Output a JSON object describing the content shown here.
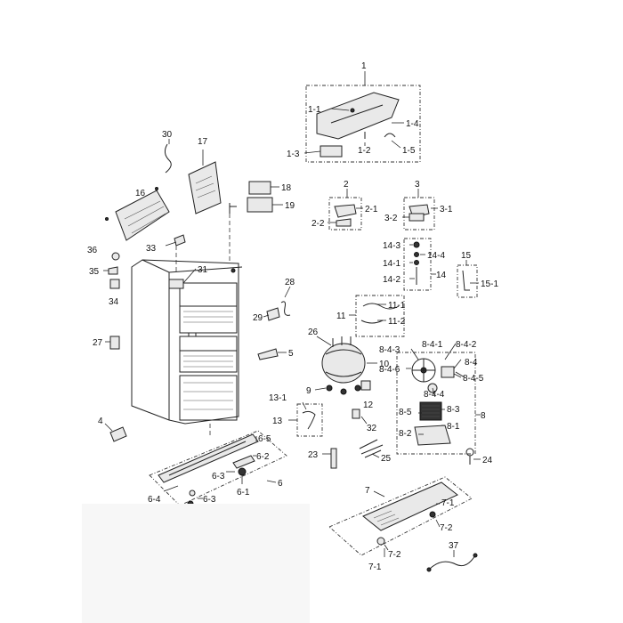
{
  "labels": [
    {
      "id": "1",
      "text": "1"
    },
    {
      "id": "1-1",
      "text": "1-1"
    },
    {
      "id": "1-2",
      "text": "1-2"
    },
    {
      "id": "1-3",
      "text": "1-3"
    },
    {
      "id": "1-4",
      "text": "1-4"
    },
    {
      "id": "1-5",
      "text": "1-5"
    },
    {
      "id": "2",
      "text": "2"
    },
    {
      "id": "2-1",
      "text": "2-1"
    },
    {
      "id": "2-2",
      "text": "2-2"
    },
    {
      "id": "3",
      "text": "3"
    },
    {
      "id": "3-1",
      "text": "3-1"
    },
    {
      "id": "3-2",
      "text": "3-2"
    },
    {
      "id": "4",
      "text": "4"
    },
    {
      "id": "5",
      "text": "5"
    },
    {
      "id": "6",
      "text": "6"
    },
    {
      "id": "6-1",
      "text": "6-1"
    },
    {
      "id": "6-2",
      "text": "6-2"
    },
    {
      "id": "6-3a",
      "text": "6-3"
    },
    {
      "id": "6-3b",
      "text": "6-3"
    },
    {
      "id": "6-4",
      "text": "6-4"
    },
    {
      "id": "6-5",
      "text": "6-5"
    },
    {
      "id": "7",
      "text": "7"
    },
    {
      "id": "7-1a",
      "text": "7-1"
    },
    {
      "id": "7-1b",
      "text": "7-1"
    },
    {
      "id": "7-2a",
      "text": "7-2"
    },
    {
      "id": "7-2b",
      "text": "7-2"
    },
    {
      "id": "8",
      "text": "8"
    },
    {
      "id": "8-1",
      "text": "8-1"
    },
    {
      "id": "8-2",
      "text": "8-2"
    },
    {
      "id": "8-3",
      "text": "8-3"
    },
    {
      "id": "8-4",
      "text": "8-4"
    },
    {
      "id": "8-4-1",
      "text": "8-4-1"
    },
    {
      "id": "8-4-2",
      "text": "8-4-2"
    },
    {
      "id": "8-4-3",
      "text": "8-4-3"
    },
    {
      "id": "8-4-4",
      "text": "8-4-4"
    },
    {
      "id": "8-4-5",
      "text": "8-4-5"
    },
    {
      "id": "8-4-6",
      "text": "8-4-6"
    },
    {
      "id": "8-5",
      "text": "8-5"
    },
    {
      "id": "9",
      "text": "9"
    },
    {
      "id": "10",
      "text": "10"
    },
    {
      "id": "11",
      "text": "11"
    },
    {
      "id": "11-1",
      "text": "11-1"
    },
    {
      "id": "11-2",
      "text": "11-2"
    },
    {
      "id": "12",
      "text": "12"
    },
    {
      "id": "13",
      "text": "13"
    },
    {
      "id": "13-1",
      "text": "13-1"
    },
    {
      "id": "14",
      "text": "14"
    },
    {
      "id": "14-1",
      "text": "14-1"
    },
    {
      "id": "14-2",
      "text": "14-2"
    },
    {
      "id": "14-3",
      "text": "14-3"
    },
    {
      "id": "14-4",
      "text": "14-4"
    },
    {
      "id": "15",
      "text": "15"
    },
    {
      "id": "15-1",
      "text": "15-1"
    },
    {
      "id": "16",
      "text": "16"
    },
    {
      "id": "17",
      "text": "17"
    },
    {
      "id": "18",
      "text": "18"
    },
    {
      "id": "19",
      "text": "19"
    },
    {
      "id": "23",
      "text": "23"
    },
    {
      "id": "24",
      "text": "24"
    },
    {
      "id": "25",
      "text": "25"
    },
    {
      "id": "26",
      "text": "26"
    },
    {
      "id": "27",
      "text": "27"
    },
    {
      "id": "28",
      "text": "28"
    },
    {
      "id": "29",
      "text": "29"
    },
    {
      "id": "30",
      "text": "30"
    },
    {
      "id": "31",
      "text": "31"
    },
    {
      "id": "32",
      "text": "32"
    },
    {
      "id": "33",
      "text": "33"
    },
    {
      "id": "34",
      "text": "34"
    },
    {
      "id": "35",
      "text": "35"
    },
    {
      "id": "36",
      "text": "36"
    },
    {
      "id": "37",
      "text": "37"
    }
  ]
}
